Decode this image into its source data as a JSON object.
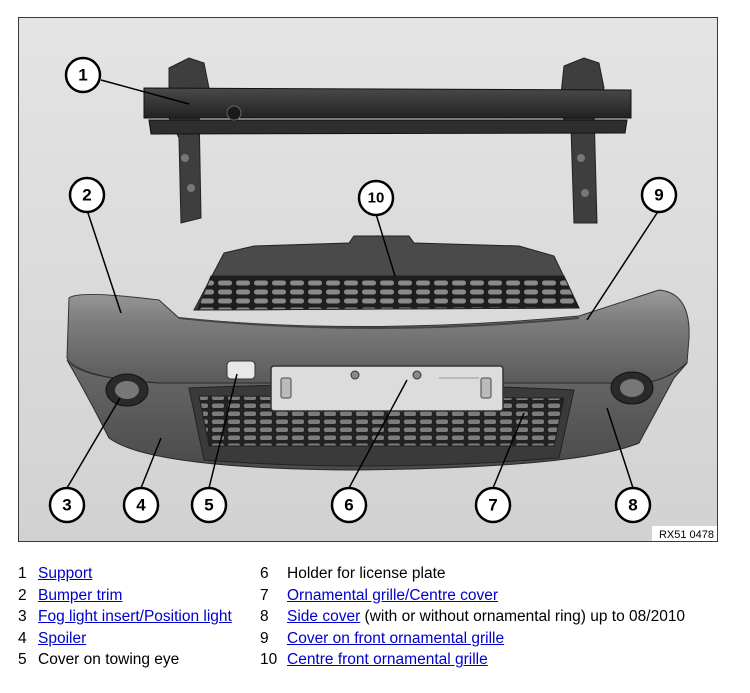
{
  "figure": {
    "code": "RX51 0478",
    "callouts": [
      "1",
      "2",
      "3",
      "4",
      "5",
      "6",
      "7",
      "8",
      "9",
      "10"
    ]
  },
  "legend": [
    {
      "num": "1",
      "text": "Support",
      "link": true,
      "suffix": ""
    },
    {
      "num": "2",
      "text": "Bumper trim",
      "link": true,
      "suffix": ""
    },
    {
      "num": "3",
      "text": "Fog light insert/Position light",
      "link": true,
      "suffix": ""
    },
    {
      "num": "4",
      "text": "Spoiler",
      "link": true,
      "suffix": ""
    },
    {
      "num": "5",
      "text": "Cover on towing eye",
      "link": false,
      "suffix": ""
    },
    {
      "num": "6",
      "text": "Holder for license plate",
      "link": false,
      "suffix": ""
    },
    {
      "num": "7",
      "text": "Ornamental grille/Centre cover",
      "link": true,
      "suffix": ""
    },
    {
      "num": "8",
      "text": "Side cover",
      "link": true,
      "suffix": " (with or without ornamental ring) up to 08/2010"
    },
    {
      "num": "9",
      "text": "Cover on front ornamental grille",
      "link": true,
      "suffix": ""
    },
    {
      "num": "10",
      "text": "Centre front ornamental grille",
      "link": true,
      "suffix": ""
    }
  ]
}
